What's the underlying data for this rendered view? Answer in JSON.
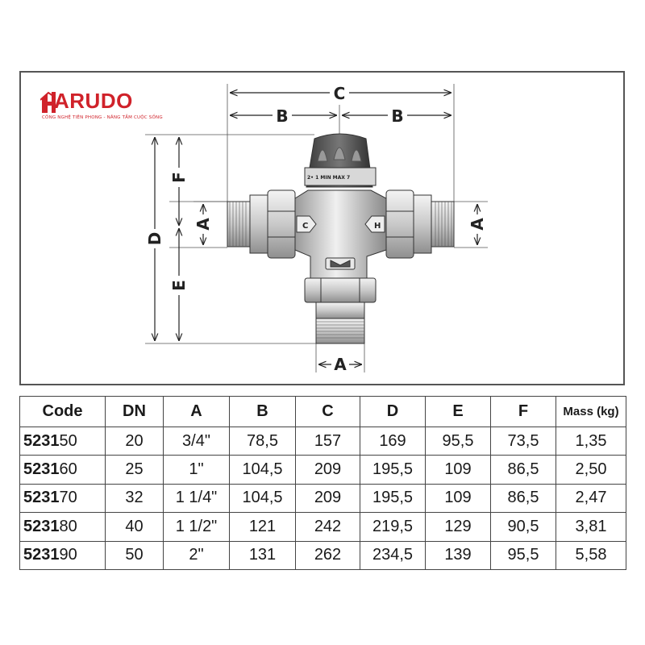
{
  "brand": {
    "name": "ARUDO",
    "tagline": "CÔNG NGHỆ TIÊN PHONG - NÂNG TẦM CUỘC SỐNG",
    "color": "#d0222a"
  },
  "drawing": {
    "labels": {
      "c": "C",
      "b_left": "B",
      "b_right": "B",
      "d": "D",
      "e": "E",
      "f": "F",
      "a_left": "A",
      "a_right": "A",
      "a_bottom": "A",
      "port_cold": "C",
      "port_hot": "H"
    },
    "dial": {
      "scale": "2• 1   MIN   MAX 7"
    }
  },
  "table": {
    "headers": [
      "Code",
      "DN",
      "A",
      "B",
      "C",
      "D",
      "E",
      "F",
      "Mass (kg)"
    ],
    "rows": [
      {
        "code_prefix": "5231",
        "code_suffix": "50",
        "dn": "20",
        "a": "3/4\"",
        "b": "78,5",
        "c": "157",
        "d": "169",
        "e": "95,5",
        "f": "73,5",
        "mass": "1,35"
      },
      {
        "code_prefix": "5231",
        "code_suffix": "60",
        "dn": "25",
        "a": "1\"",
        "b": "104,5",
        "c": "209",
        "d": "195,5",
        "e": "109",
        "f": "86,5",
        "mass": "2,50"
      },
      {
        "code_prefix": "5231",
        "code_suffix": "70",
        "dn": "32",
        "a": "1 1/4\"",
        "b": "104,5",
        "c": "209",
        "d": "195,5",
        "e": "109",
        "f": "86,5",
        "mass": "2,47"
      },
      {
        "code_prefix": "5231",
        "code_suffix": "80",
        "dn": "40",
        "a": "1 1/2\"",
        "b": "121",
        "c": "242",
        "d": "219,5",
        "e": "129",
        "f": "90,5",
        "mass": "3,81"
      },
      {
        "code_prefix": "5231",
        "code_suffix": "90",
        "dn": "50",
        "a": "2\"",
        "b": "131",
        "c": "262",
        "d": "234,5",
        "e": "139",
        "f": "95,5",
        "mass": "5,58"
      }
    ]
  }
}
